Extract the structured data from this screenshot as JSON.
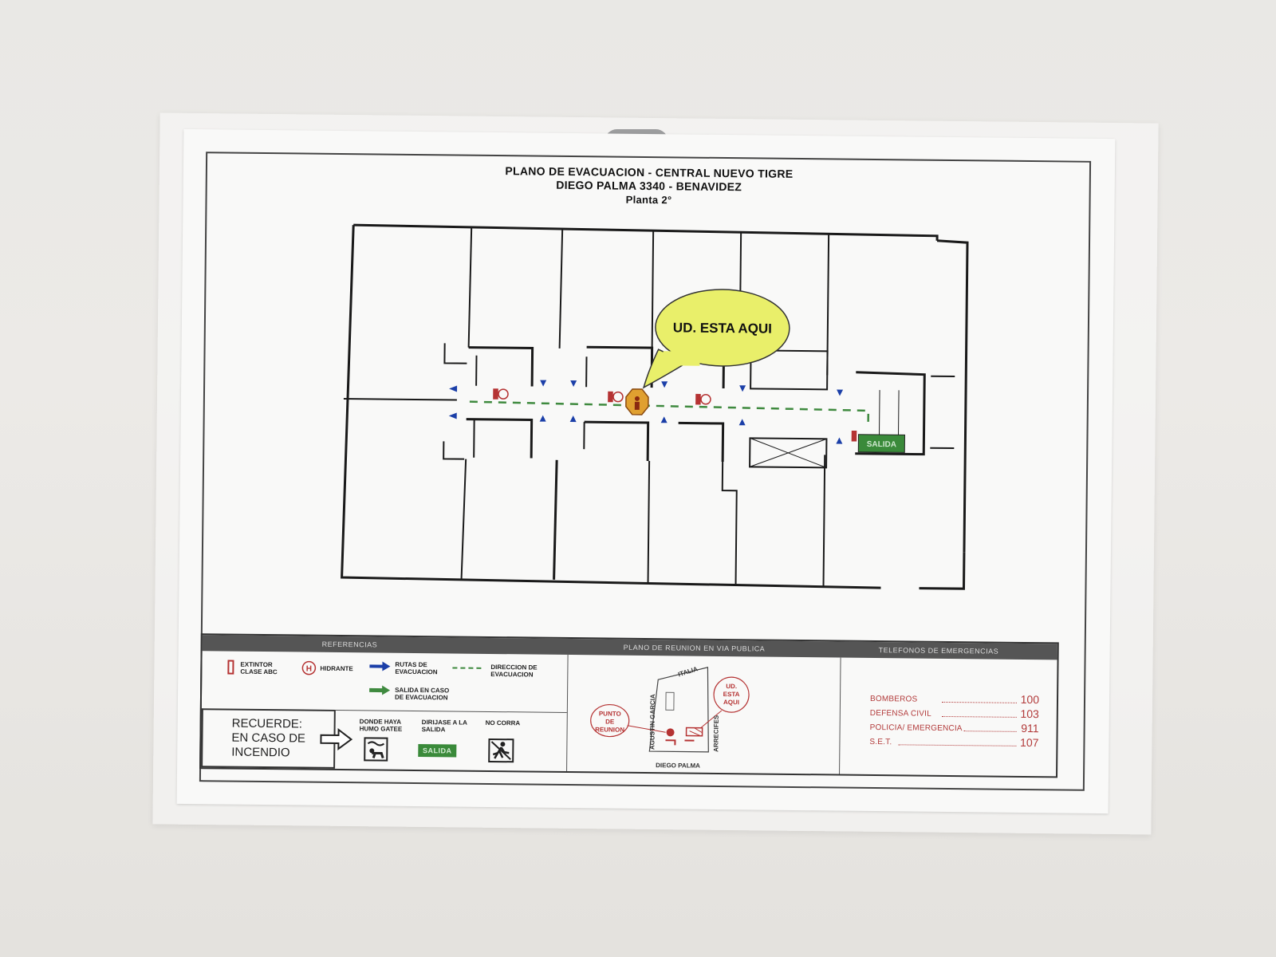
{
  "title": {
    "line1": "PLANO DE EVACUACION - CENTRAL NUEVO TIGRE",
    "line2": "DIEGO PALMA 3340 - BENAVIDEZ",
    "line3": "Planta 2°"
  },
  "plan": {
    "you_are_here": "UD. ESTA AQUI",
    "exit_label": "SALIDA",
    "hydrant_symbol": "H"
  },
  "legend": {
    "headers": {
      "references": "REFERENCIAS",
      "meeting_plan": "PLANO DE REUNION EN VIA PUBLICA",
      "emergency_phones": "TELEFONOS DE EMERGENCIAS"
    },
    "items": {
      "extintor": "EXTINTOR CLASE ABC",
      "hidrante": "HIDRANTE",
      "rutas": "RUTAS DE EVACUACION",
      "direccion": "DIRECCION DE EVACUACION",
      "salida_caso": "SALIDA EN CASO DE EVACUACION"
    },
    "recuerde": {
      "line1": "RECUERDE:",
      "line2": "EN CASO DE",
      "line3": "INCENDIO",
      "tips": [
        "DONDE HAYA HUMO GATEE",
        "DIRIJASE A LA SALIDA",
        "NO CORRA"
      ],
      "salida_sign": "SALIDA"
    },
    "meeting_map": {
      "street_top": "ITALIA",
      "street_left": "AGUSTIN GARCIA",
      "street_right": "ARRECIFES",
      "street_bottom": "DIEGO PALMA",
      "punto": [
        "PUNTO",
        "DE",
        "REUNION"
      ],
      "ud": [
        "UD.",
        "ESTA",
        "AQUI"
      ]
    },
    "phones": [
      {
        "label": "BOMBEROS",
        "number": "100"
      },
      {
        "label": "DEFENSA CIVIL",
        "number": "103"
      },
      {
        "label": "POLICIA/ EMERGENCIA",
        "number": "911"
      },
      {
        "label": "S.E.T.",
        "number": "107"
      }
    ]
  },
  "colors": {
    "wall": "#1a1a1a",
    "bubble": "#e9ef6a",
    "route_green": "#3f8a3f",
    "arrow_blue": "#1b3fa8",
    "red_symbol": "#b53333",
    "you_marker": "#e0a030"
  }
}
